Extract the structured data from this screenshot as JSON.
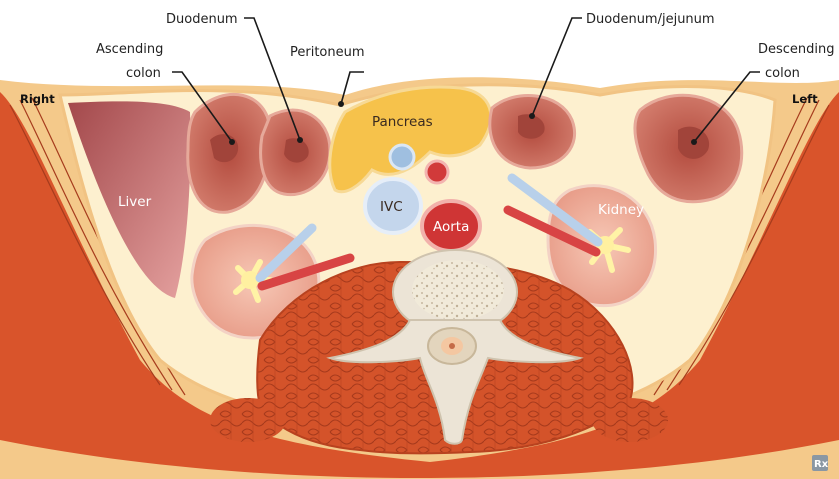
{
  "labels": {
    "duodenum": "Duodenum",
    "duodenum_jejunum": "Duodenum/jejunum",
    "ascending_colon_1": "Ascending",
    "ascending_colon_2": "colon",
    "peritoneum": "Peritoneum",
    "descending_colon_1": "Descending",
    "descending_colon_2": "colon",
    "right": "Right",
    "left": "Left",
    "pancreas": "Pancreas",
    "liver": "Liver",
    "ivc": "IVC",
    "aorta": "Aorta",
    "kidney": "Kidney"
  },
  "colors": {
    "skin": "#f4c98a",
    "fat": "#fdf0cf",
    "muscle": "#d9542b",
    "organ": "#c8604f",
    "pancreas": "#f6c24b",
    "bone": "#ece4d6",
    "vein": "#9fbfe0",
    "artery": "#d13a3a"
  },
  "logo": "Rx"
}
